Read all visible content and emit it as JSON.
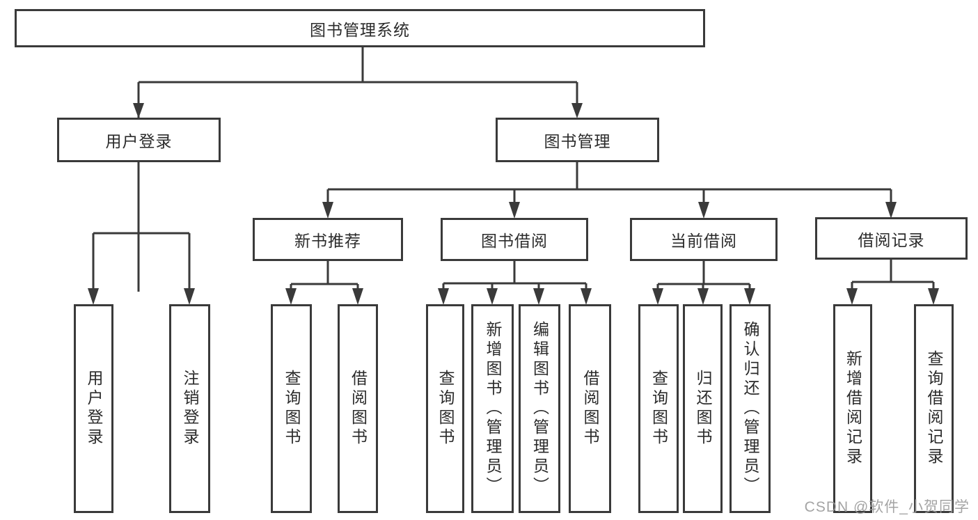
{
  "colors": {
    "line": "#3a3a3a",
    "box_border": "#3a3a3a",
    "box_background": "#ffffff",
    "text": "#2b2b2b",
    "watermark": "#9a9a9a",
    "page_background": "#ffffff"
  },
  "nodes": {
    "root": "图书管理系统",
    "user_login": "用户登录",
    "book_management": "图书管理",
    "new_book_recommend": "新书推荐",
    "book_borrow": "图书借阅",
    "current_borrow": "当前借阅",
    "borrow_record": "借阅记录",
    "leaf_user_login": "用户登录",
    "leaf_logout": "注销登录",
    "leaf_nb_query_book": "查询图书",
    "leaf_nb_borrow_book": "借阅图书",
    "leaf_bb_query_book": "查询图书",
    "leaf_bb_add_book": "新增图书（管理员）",
    "leaf_bb_edit_book": "编辑图书（管理员）",
    "leaf_bb_borrow_book": "借阅图书",
    "leaf_cb_query_book": "查询图书",
    "leaf_cb_return_book": "归还图书",
    "leaf_cb_confirm_return": "确认归还（管理员）",
    "leaf_br_add_record": "新增借阅记录",
    "leaf_br_query_record": "查询借阅记录"
  },
  "watermark": "CSDN @软件_小贺同学"
}
